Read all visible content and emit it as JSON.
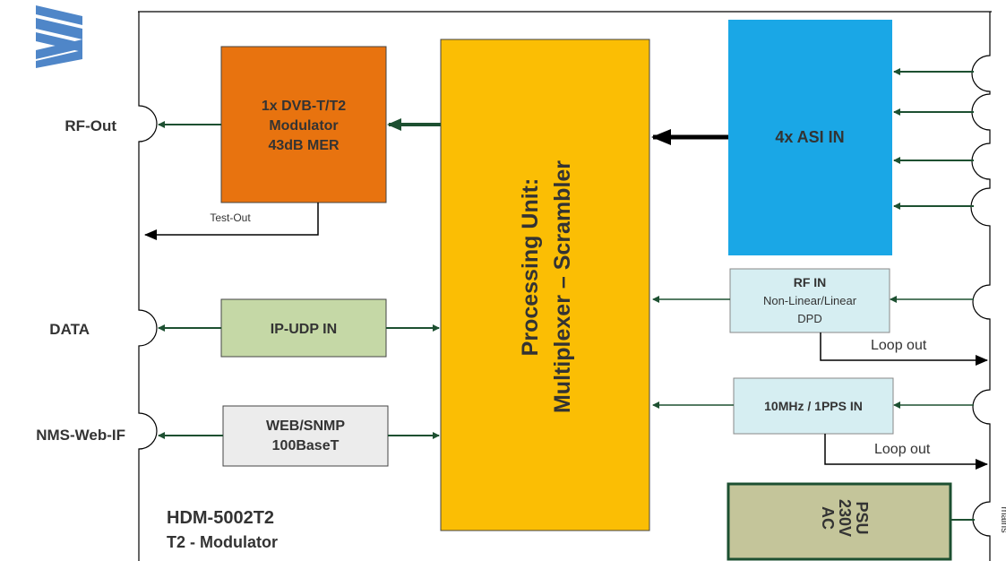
{
  "colors": {
    "modulator": "#e8730f",
    "processing": "#fbbe04",
    "asi": "#1aa7e6",
    "ip_udp": "#c5d8a6",
    "web_snmp": "#ececec",
    "rf_in": "#d6eef2",
    "clock_in": "#d6eef2",
    "psu": "#c4c59a",
    "arrow_green": "#1d5031",
    "arrow_black": "#000000",
    "logo": "#4f86c8"
  },
  "logo": {
    "icon": "double-chevron-logo"
  },
  "ports_left": {
    "rf_out": "RF-Out",
    "data": "DATA",
    "nms": "NMS-Web-IF"
  },
  "modulator": {
    "line1": "1x DVB-T/T2",
    "line2": "Modulator",
    "line3": "43dB MER"
  },
  "test_out": "Test-Out",
  "processing": {
    "line1": "Processing Unit:",
    "line2": "Multiplexer – Scrambler"
  },
  "asi": {
    "label": "4x ASI IN"
  },
  "ip_udp": {
    "label": "IP-UDP IN"
  },
  "web_snmp": {
    "line1": "WEB/SNMP",
    "line2": "100BaseT"
  },
  "rf_in": {
    "line1": "RF IN",
    "line2": "Non-Linear/Linear",
    "line3": "DPD"
  },
  "loop_out_1": "Loop out",
  "clock_in": {
    "label": "10MHz / 1PPS IN"
  },
  "loop_out_2": "Loop out",
  "psu": {
    "line1": "PSU",
    "line2": "230V",
    "line3": "AC"
  },
  "mains": "mains",
  "device": {
    "model": "HDM-5002T2",
    "type": "T2 - Modulator"
  }
}
